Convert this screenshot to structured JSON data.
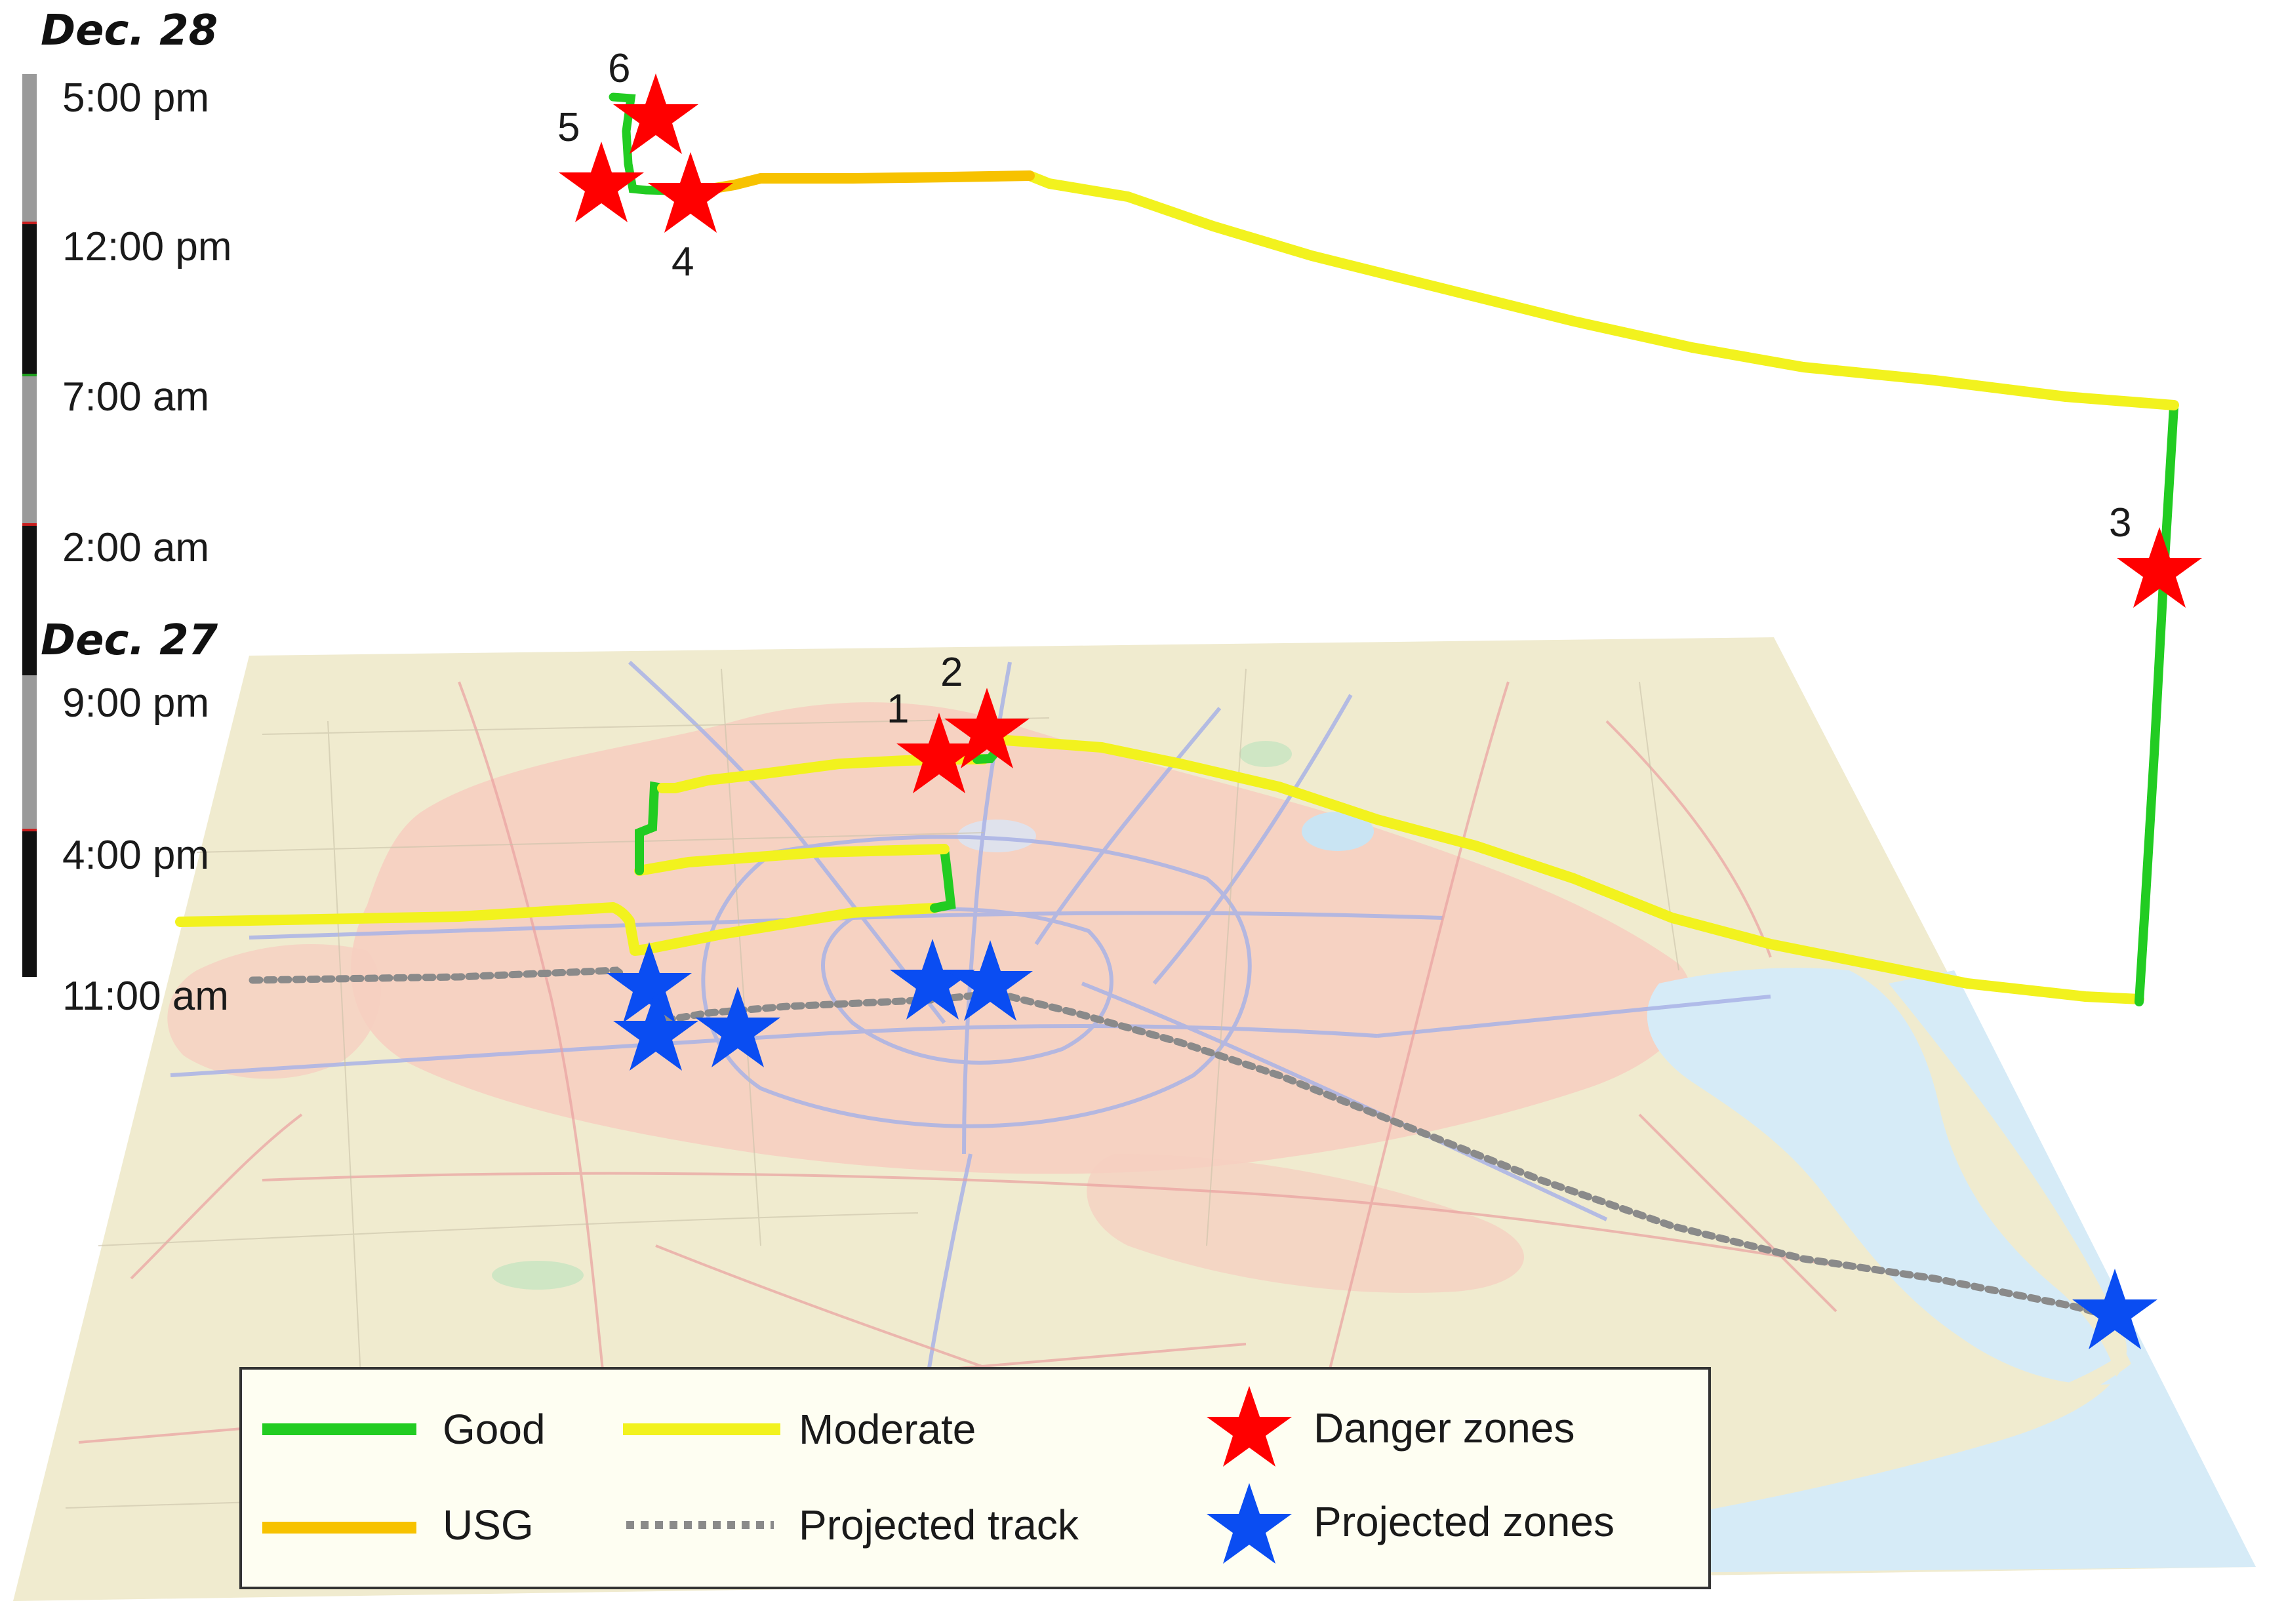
{
  "timeline": {
    "date_top": "Dec. 28",
    "date_bottom": "Dec. 27",
    "times": [
      "5:00 pm",
      "12:00 pm",
      "7:00 am",
      "2:00 am",
      "9:00 pm",
      "4:00 pm",
      "11:00 am"
    ]
  },
  "zone_labels": [
    "1",
    "2",
    "3",
    "4",
    "5",
    "6"
  ],
  "legend": {
    "good": "Good",
    "moderate": "Moderate",
    "usg": "USG",
    "projected_track": "Projected track",
    "danger_zones": "Danger zones",
    "projected_zones": "Projected zones"
  },
  "colors": {
    "good": "#22cc22",
    "moderate": "#f2f21e",
    "usg": "#f7c200",
    "projected_track": "#8a8a8a",
    "danger": "#ff0000",
    "projected": "#0a4df2",
    "map_land": "#f0ebcf",
    "map_urban": "#f6cfc0",
    "map_water": "#d6ebf7",
    "legend_bg": "#fefef2"
  }
}
